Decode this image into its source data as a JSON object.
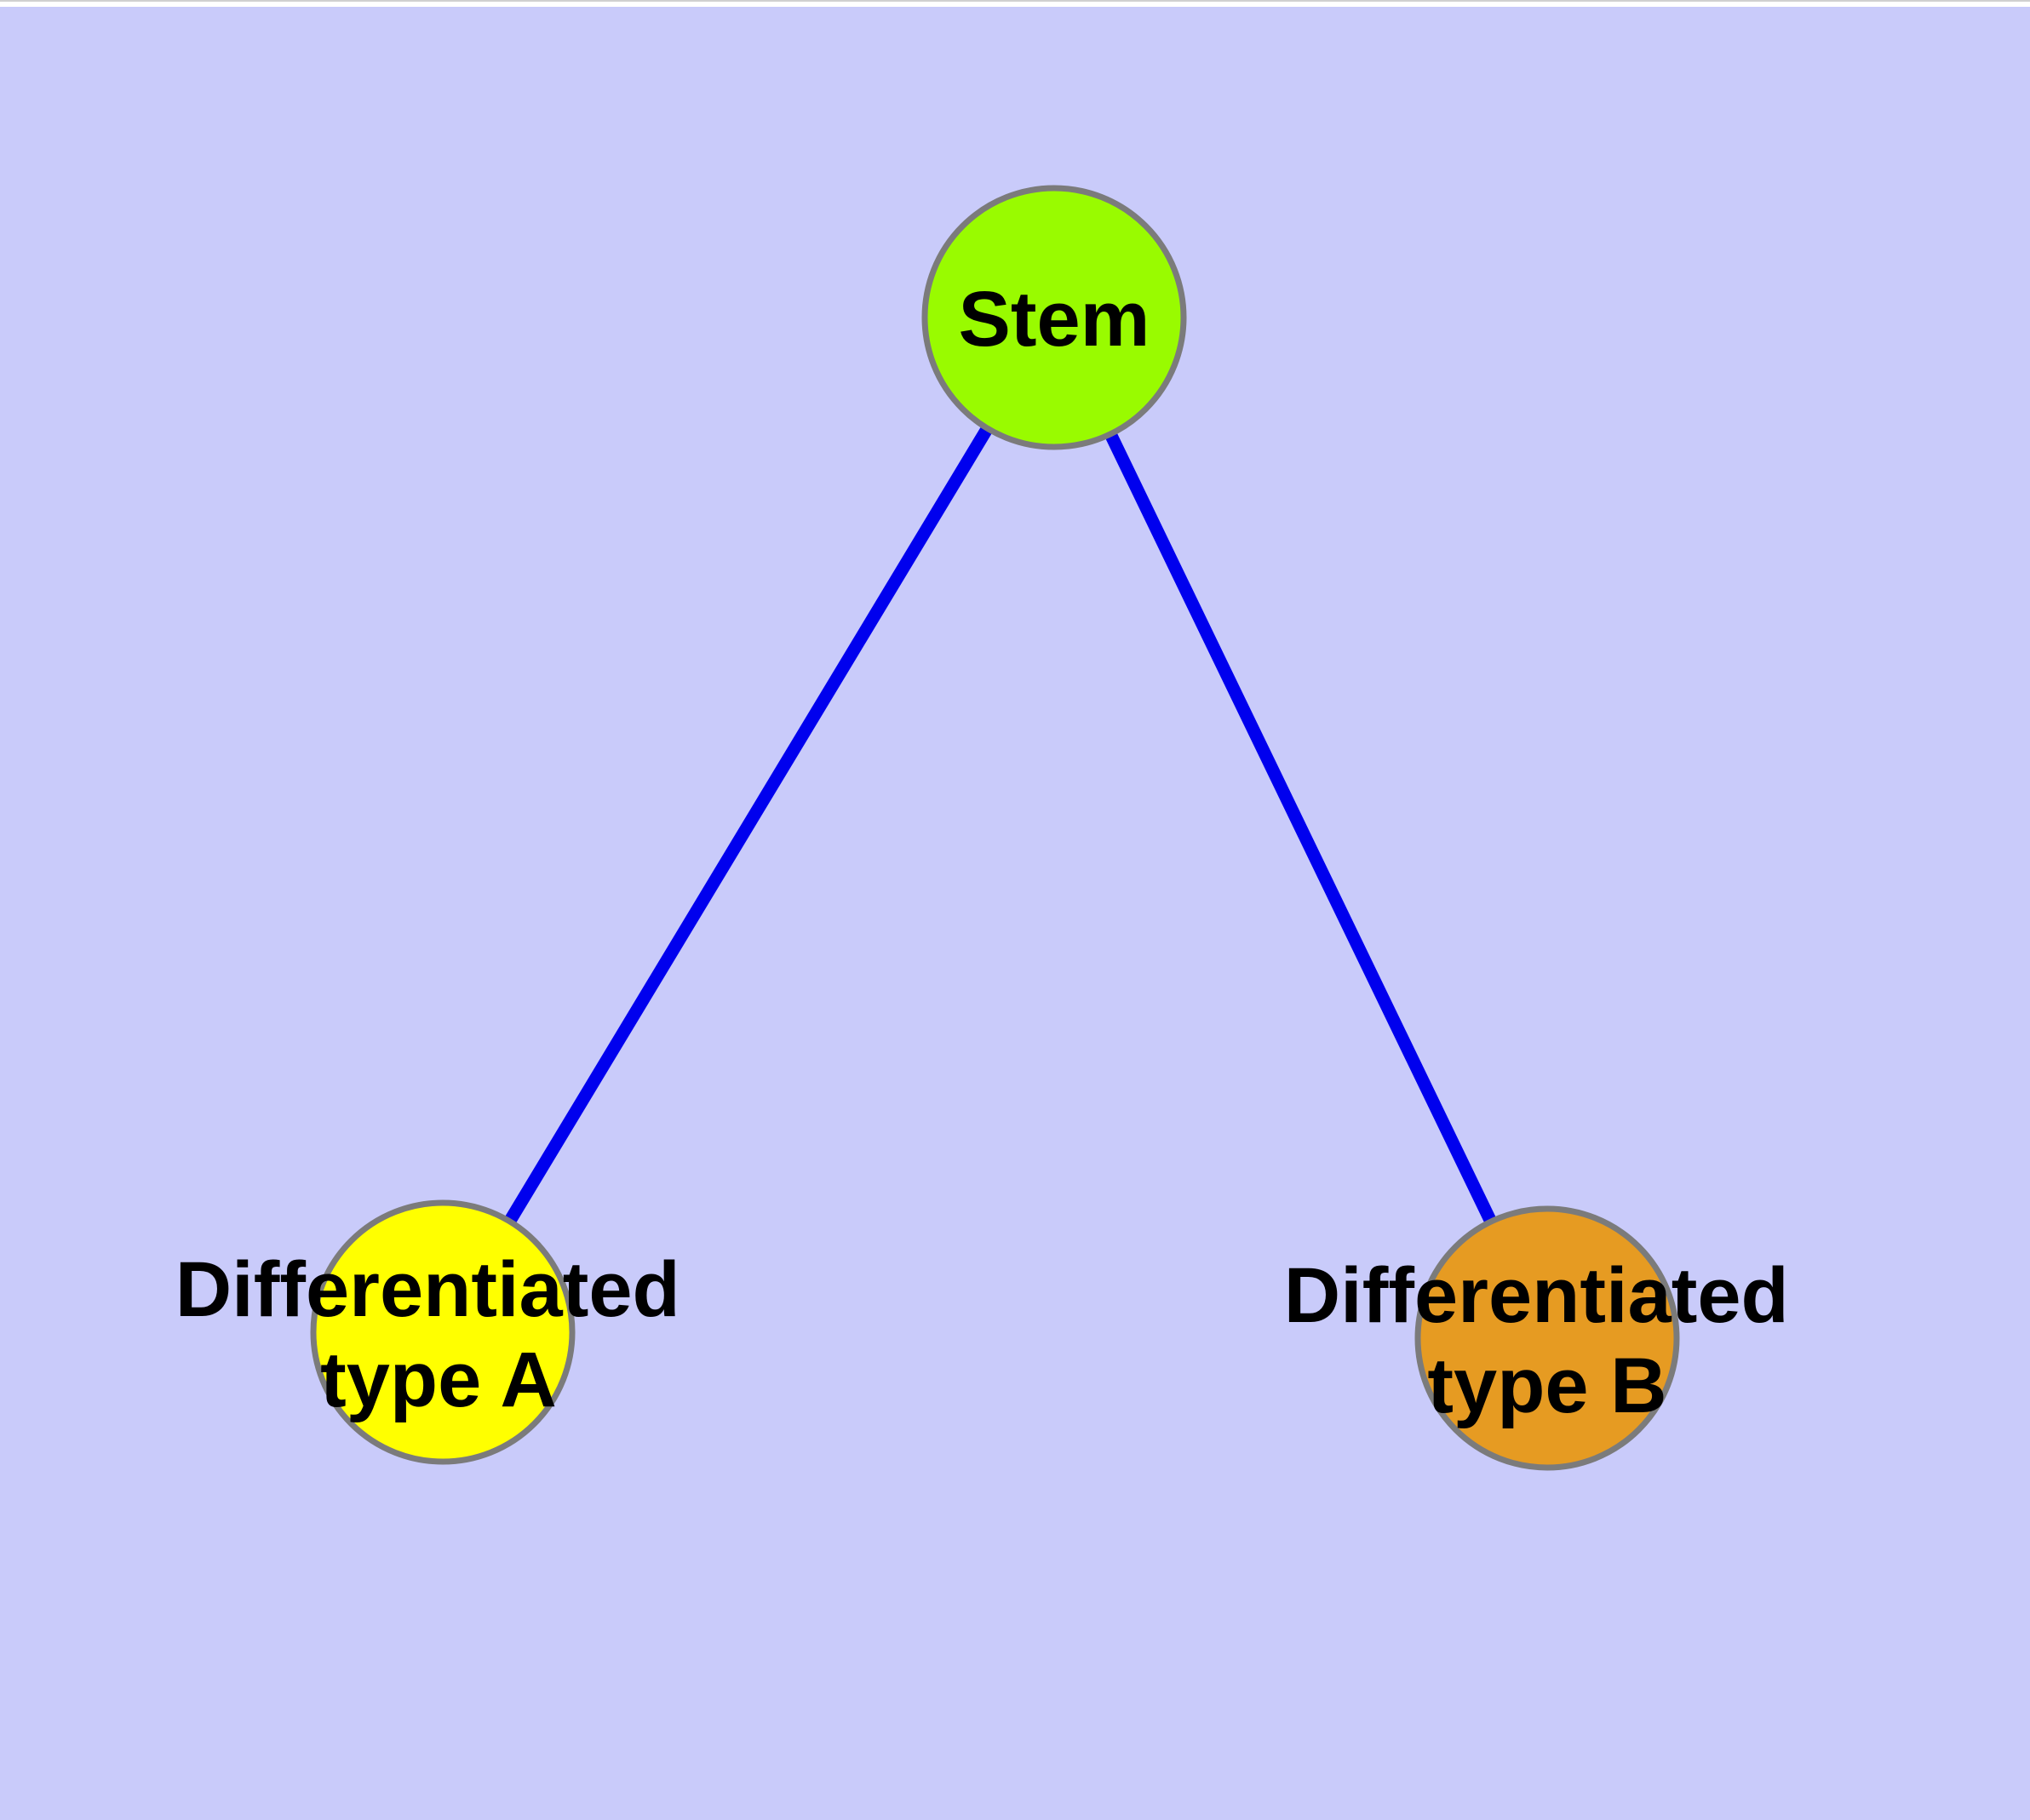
{
  "diagram": {
    "type": "node-link-graph",
    "nodes": [
      {
        "id": "stem",
        "label": "Stem",
        "label_lines": [
          "Stem"
        ],
        "color": "#99fb00"
      },
      {
        "id": "type-a",
        "label": "Differentiated type A",
        "label_lines": [
          "Differentiated",
          "type A"
        ],
        "color": "#ffff00"
      },
      {
        "id": "type-b",
        "label": "Differentiated type B",
        "label_lines": [
          "Differentiated",
          "type B"
        ],
        "color": "#e69b22"
      }
    ],
    "edges": [
      {
        "from": "stem",
        "to": "type-a"
      },
      {
        "from": "stem",
        "to": "type-b"
      }
    ],
    "colors": {
      "background": "#c9cbfa",
      "top_margin": "#ffffff",
      "top_hairline": "#d0d0d0",
      "edge": "#0000ee",
      "node_border": "#7b7b7b",
      "label": "#000000"
    }
  }
}
